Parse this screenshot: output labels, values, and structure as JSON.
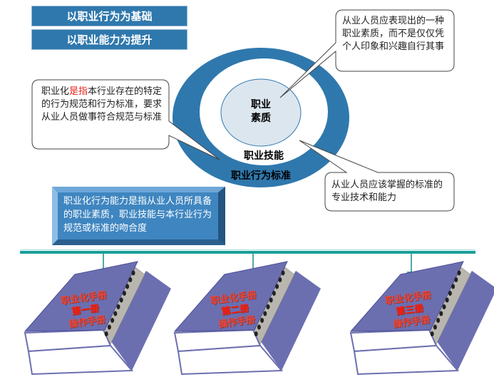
{
  "top_boxes": [
    "以职业行为为基础",
    "以职业能力为提升"
  ],
  "ring": {
    "center_line1": "职业",
    "center_line2": "素质",
    "middle": "职业技能",
    "outer": "职业行为标准"
  },
  "callouts": {
    "top_right": "从业人员应表现出的一种职业素质，而不是仅仅凭个人印象和兴趣自行其事",
    "left_prefix": "职业化",
    "left_highlight": "是指",
    "left_rest": "本行业存在的特定的行为规范和行为标准，要求从业人员做事符合规范与标准",
    "bottom_right": "从业人员应该掌握的标准的 专业技术和能力"
  },
  "definition": "职业化行为能力是指从业人员所具备的职业素质，职业技能与本行业行为规范或标准的吻合度",
  "books": [
    {
      "title": "职业化手册",
      "volume": "第一册",
      "subtitle": "操作手册"
    },
    {
      "title": "职业化手册",
      "volume": "第二册",
      "subtitle": "操作手册"
    },
    {
      "title": "职业化手册",
      "volume": "第三册",
      "subtitle": "操作手册"
    }
  ],
  "colors": {
    "ring": "#2f78ad",
    "inner": "#dce6ef",
    "teal": "#1a9e98",
    "book": "#6b6fb0",
    "highlight": "#e8231a"
  }
}
